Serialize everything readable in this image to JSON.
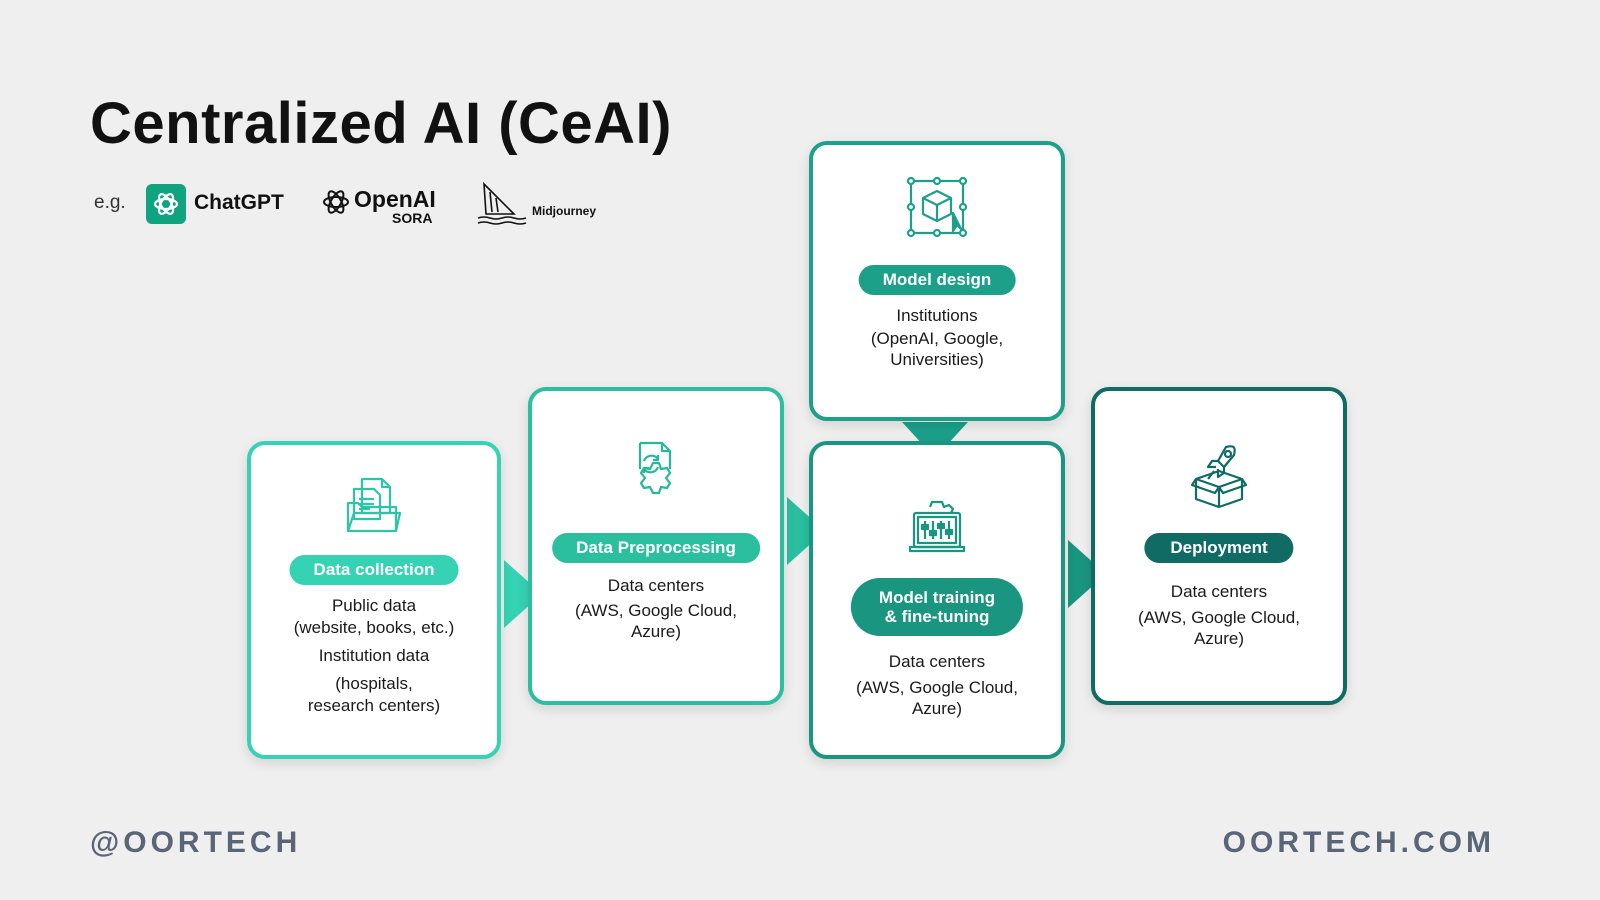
{
  "title": "Centralized AI (CeAI)",
  "examples": {
    "label": "e.g.",
    "chatgpt": "ChatGPT",
    "openai": "OpenAI",
    "openai_sub": "SORA",
    "midjourney": "Midjourney"
  },
  "steps": {
    "data_collection": {
      "label": "Data collection",
      "lines": [
        "Public data",
        "(website, books, etc.)",
        "Institution data",
        "(hospitals,",
        "research centers)"
      ],
      "color": "#35d3b3",
      "icon": "folder-documents-icon"
    },
    "data_preprocessing": {
      "label": "Data Preprocessing",
      "lines": [
        "Data centers",
        "(AWS, Google Cloud,",
        "Azure)"
      ],
      "color": "#2bbf9f",
      "icon": "document-gear-icon"
    },
    "model_design": {
      "label": "Model design",
      "lines": [
        "Institutions",
        "(OpenAI, Google,",
        "Universities)"
      ],
      "color": "#1ca08a",
      "icon": "cube-design-icon"
    },
    "model_training": {
      "label_line1": "Model training",
      "label_line2": "& fine-tuning",
      "lines": [
        "Data centers",
        "(AWS, Google Cloud,",
        "Azure)"
      ],
      "color": "#1a9580",
      "icon": "laptop-sliders-icon"
    },
    "deployment": {
      "label": "Deployment",
      "lines": [
        "Data centers",
        "(AWS, Google Cloud,",
        "Azure)"
      ],
      "color": "#0f6b64",
      "icon": "rocket-box-icon"
    }
  },
  "footer": {
    "left": "@OORTECH",
    "right": "OORTECH.COM"
  }
}
